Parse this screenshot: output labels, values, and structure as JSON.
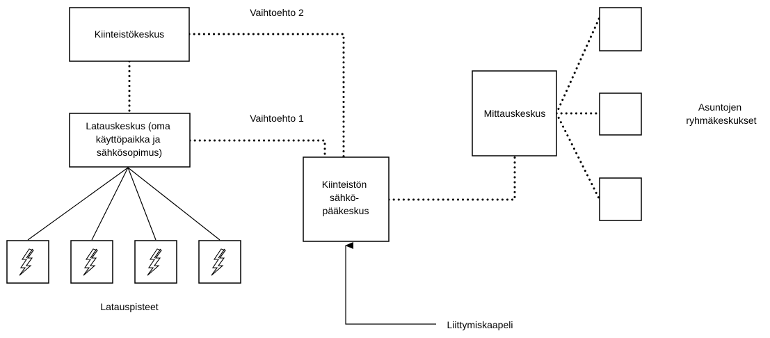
{
  "nodes": {
    "kiinteistokeskus": "Kiinteistökeskus",
    "latauskeskus": [
      "Latauskeskus (oma",
      "käyttöpaikka ja",
      "sähkösopimus)"
    ],
    "paakeskus": [
      "Kiinteistön",
      "sähkö-",
      "pääkeskus"
    ],
    "mittauskeskus": "Mittauskeskus"
  },
  "labels": {
    "option_2": "Vaihtoehto 2",
    "option_1": "Vaihtoehto 1",
    "charging_points": "Latauspisteet",
    "connection_cable": "Liittymiskaapeli",
    "group_centres": [
      "Asuntojen",
      "ryhmäkeskukset"
    ]
  },
  "charging_point_icon": "lightning-bolt-icon"
}
